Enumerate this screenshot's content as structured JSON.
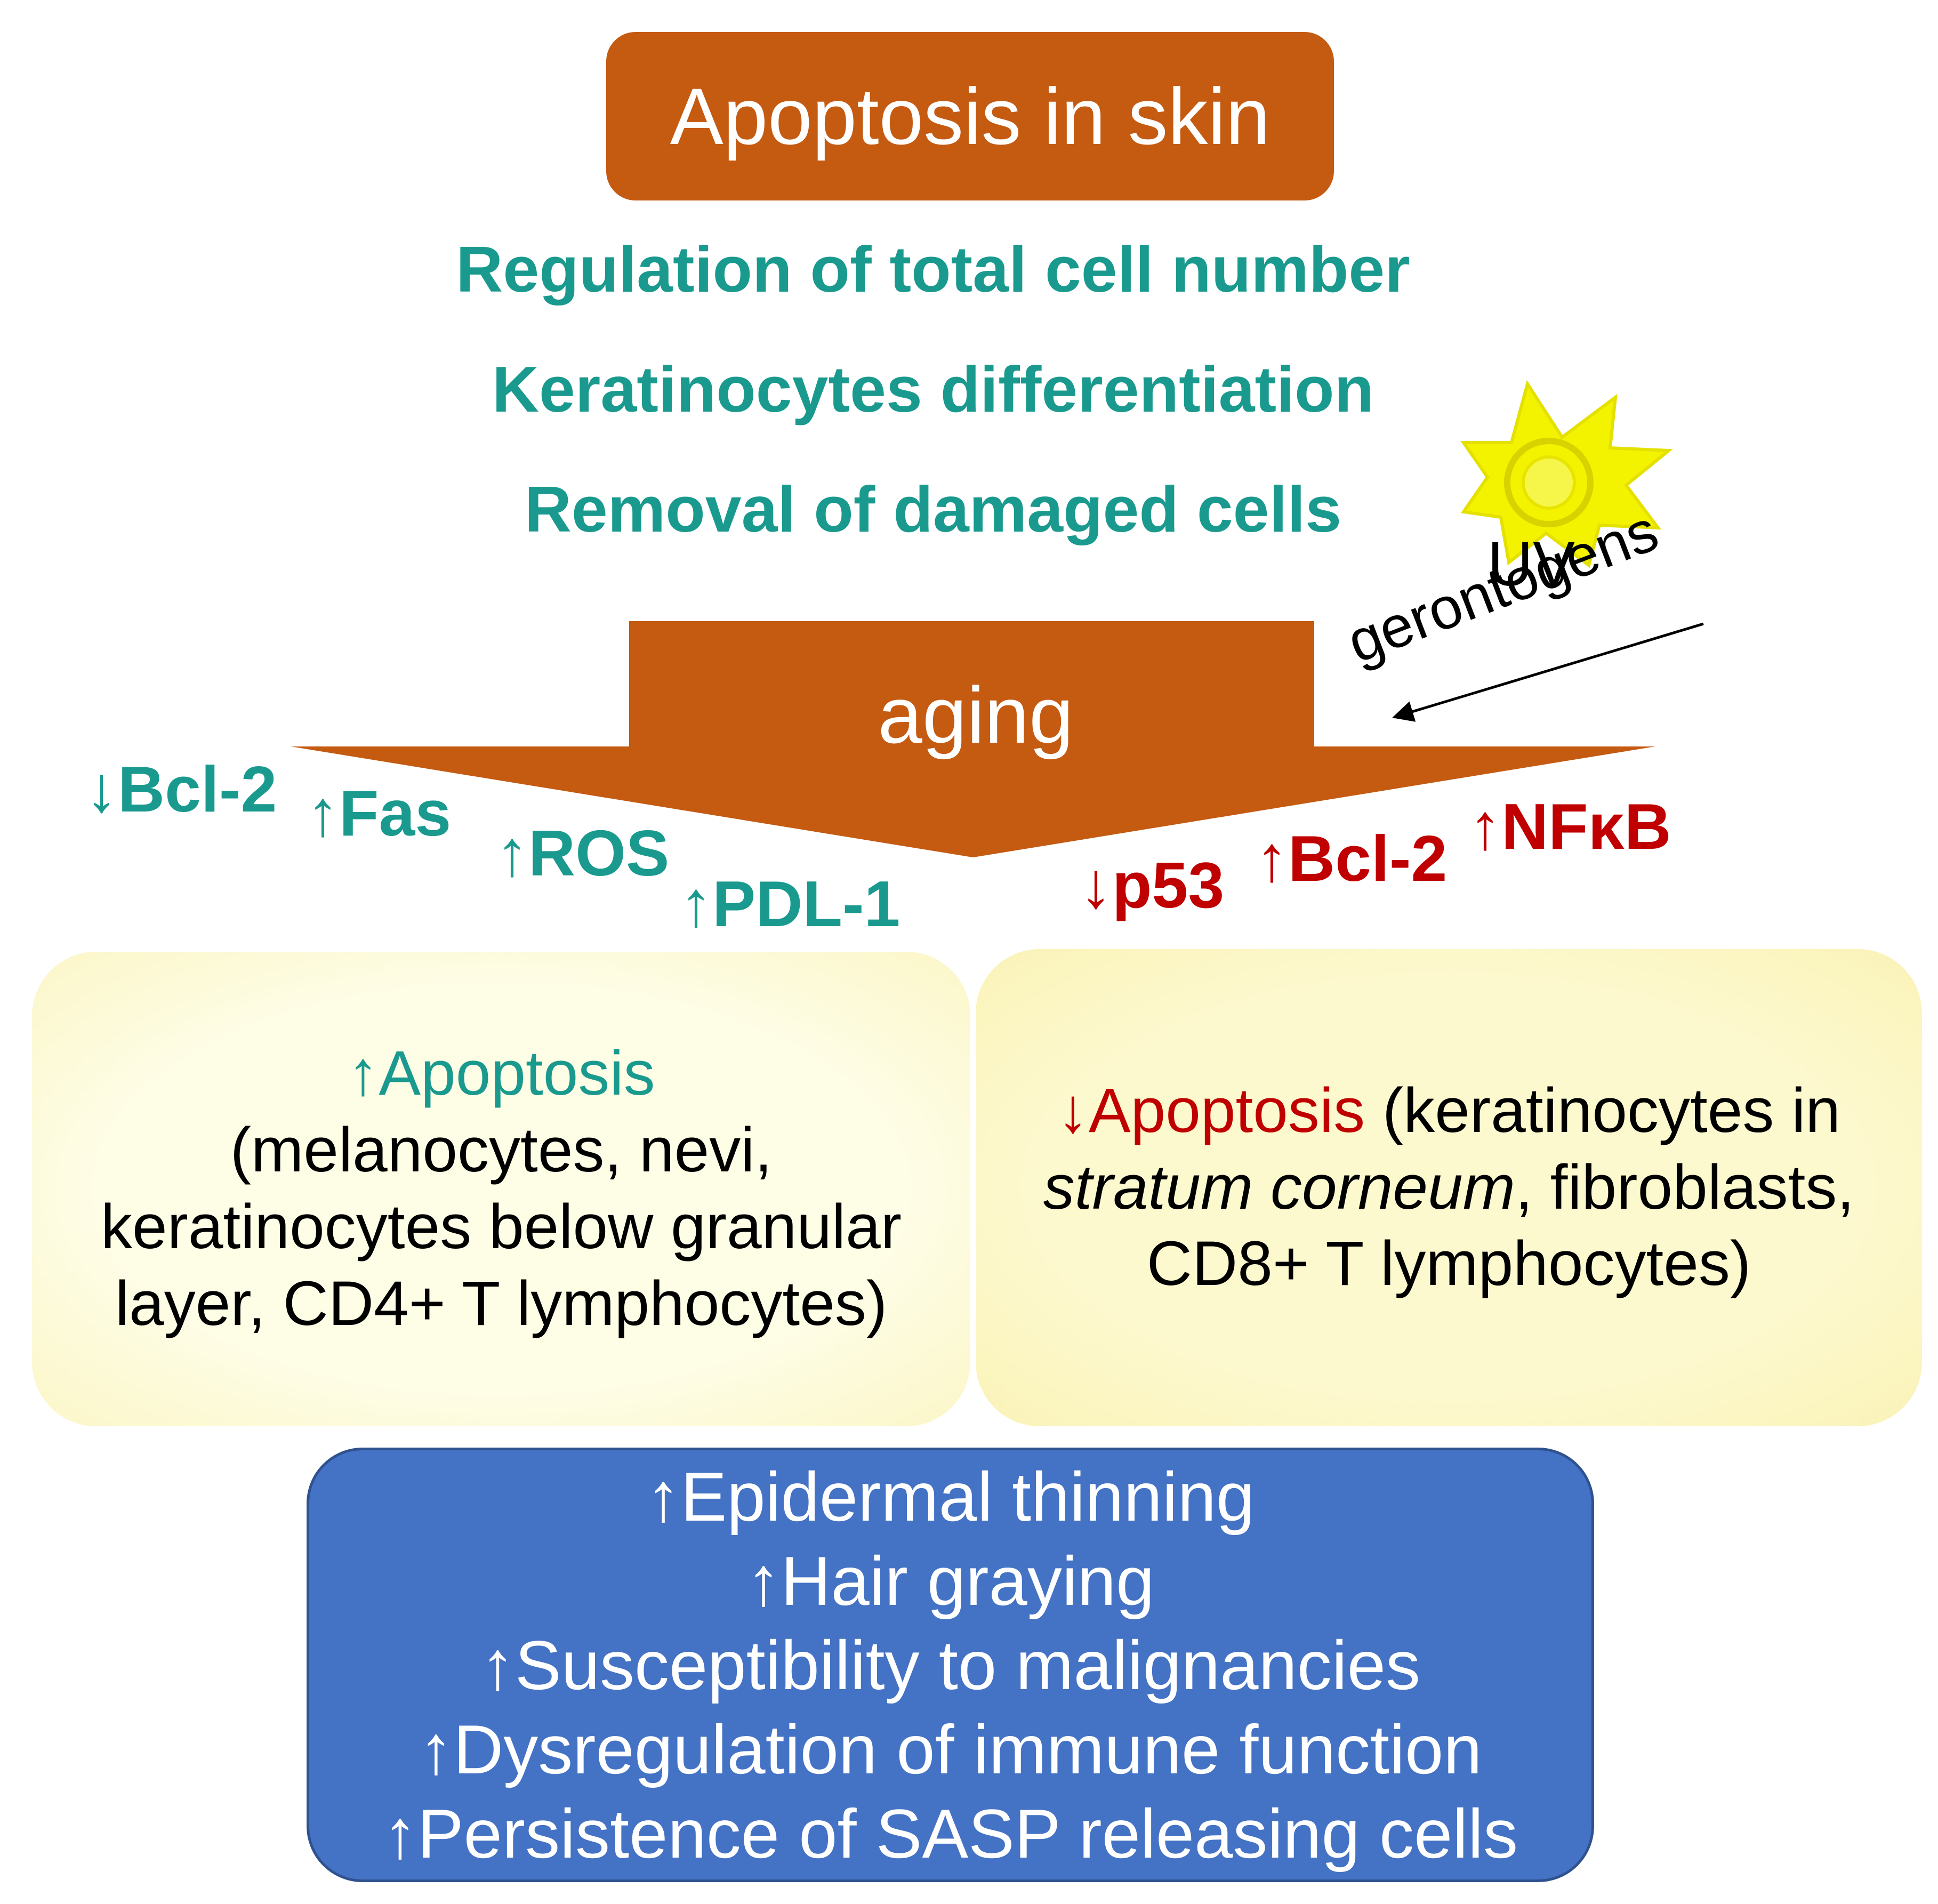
{
  "title": "Apoptosis in skin",
  "functions": [
    "Regulation of total cell number",
    "Keratinocytes differentiation",
    "Removal of damaged cells"
  ],
  "external_factor": {
    "uv": "UV",
    "gerontogens": "gerontogens",
    "icon": "sun-icon"
  },
  "center_arrow_label": "aging",
  "left_markers": [
    {
      "arrow": "↓",
      "text": "Bcl-2"
    },
    {
      "arrow": "↑",
      "text": "Fas"
    },
    {
      "arrow": "↑",
      "text": "ROS"
    },
    {
      "arrow": "↑",
      "text": "PDL-1"
    }
  ],
  "right_markers": [
    {
      "arrow": "↓",
      "text": "p53"
    },
    {
      "arrow": "↑",
      "text": "Bcl-2"
    },
    {
      "arrow": "↑",
      "text": "NFκB"
    }
  ],
  "left_panel": {
    "heading_arrow": "↑",
    "heading": "Apoptosis",
    "line1": "(melanocytes, nevi,",
    "line2": "keratinocytes below granular",
    "line3": "layer, CD4+ T lymphocytes)"
  },
  "right_panel": {
    "heading_arrow": "↓",
    "heading": "Apoptosis",
    "line1_rest": " (keratinocytes in",
    "line2_italic": "stratum corneum",
    "line2_rest": ", fibroblasts,",
    "line3": "CD8+ T lymphocytes)"
  },
  "effects": [
    "↑Epidermal thinning",
    "↑Hair graying",
    "↑Susceptibility to malignancies",
    "↑Dysregulation of immune function",
    "↑Persistence of SASP releasing cells"
  ],
  "colors": {
    "orange": "#c55a11",
    "teal": "#1a9a8e",
    "red": "#c00000",
    "blue": "#4472c4",
    "panel_yellow": "#fefde0",
    "sun_yellow": "#f3f300"
  }
}
